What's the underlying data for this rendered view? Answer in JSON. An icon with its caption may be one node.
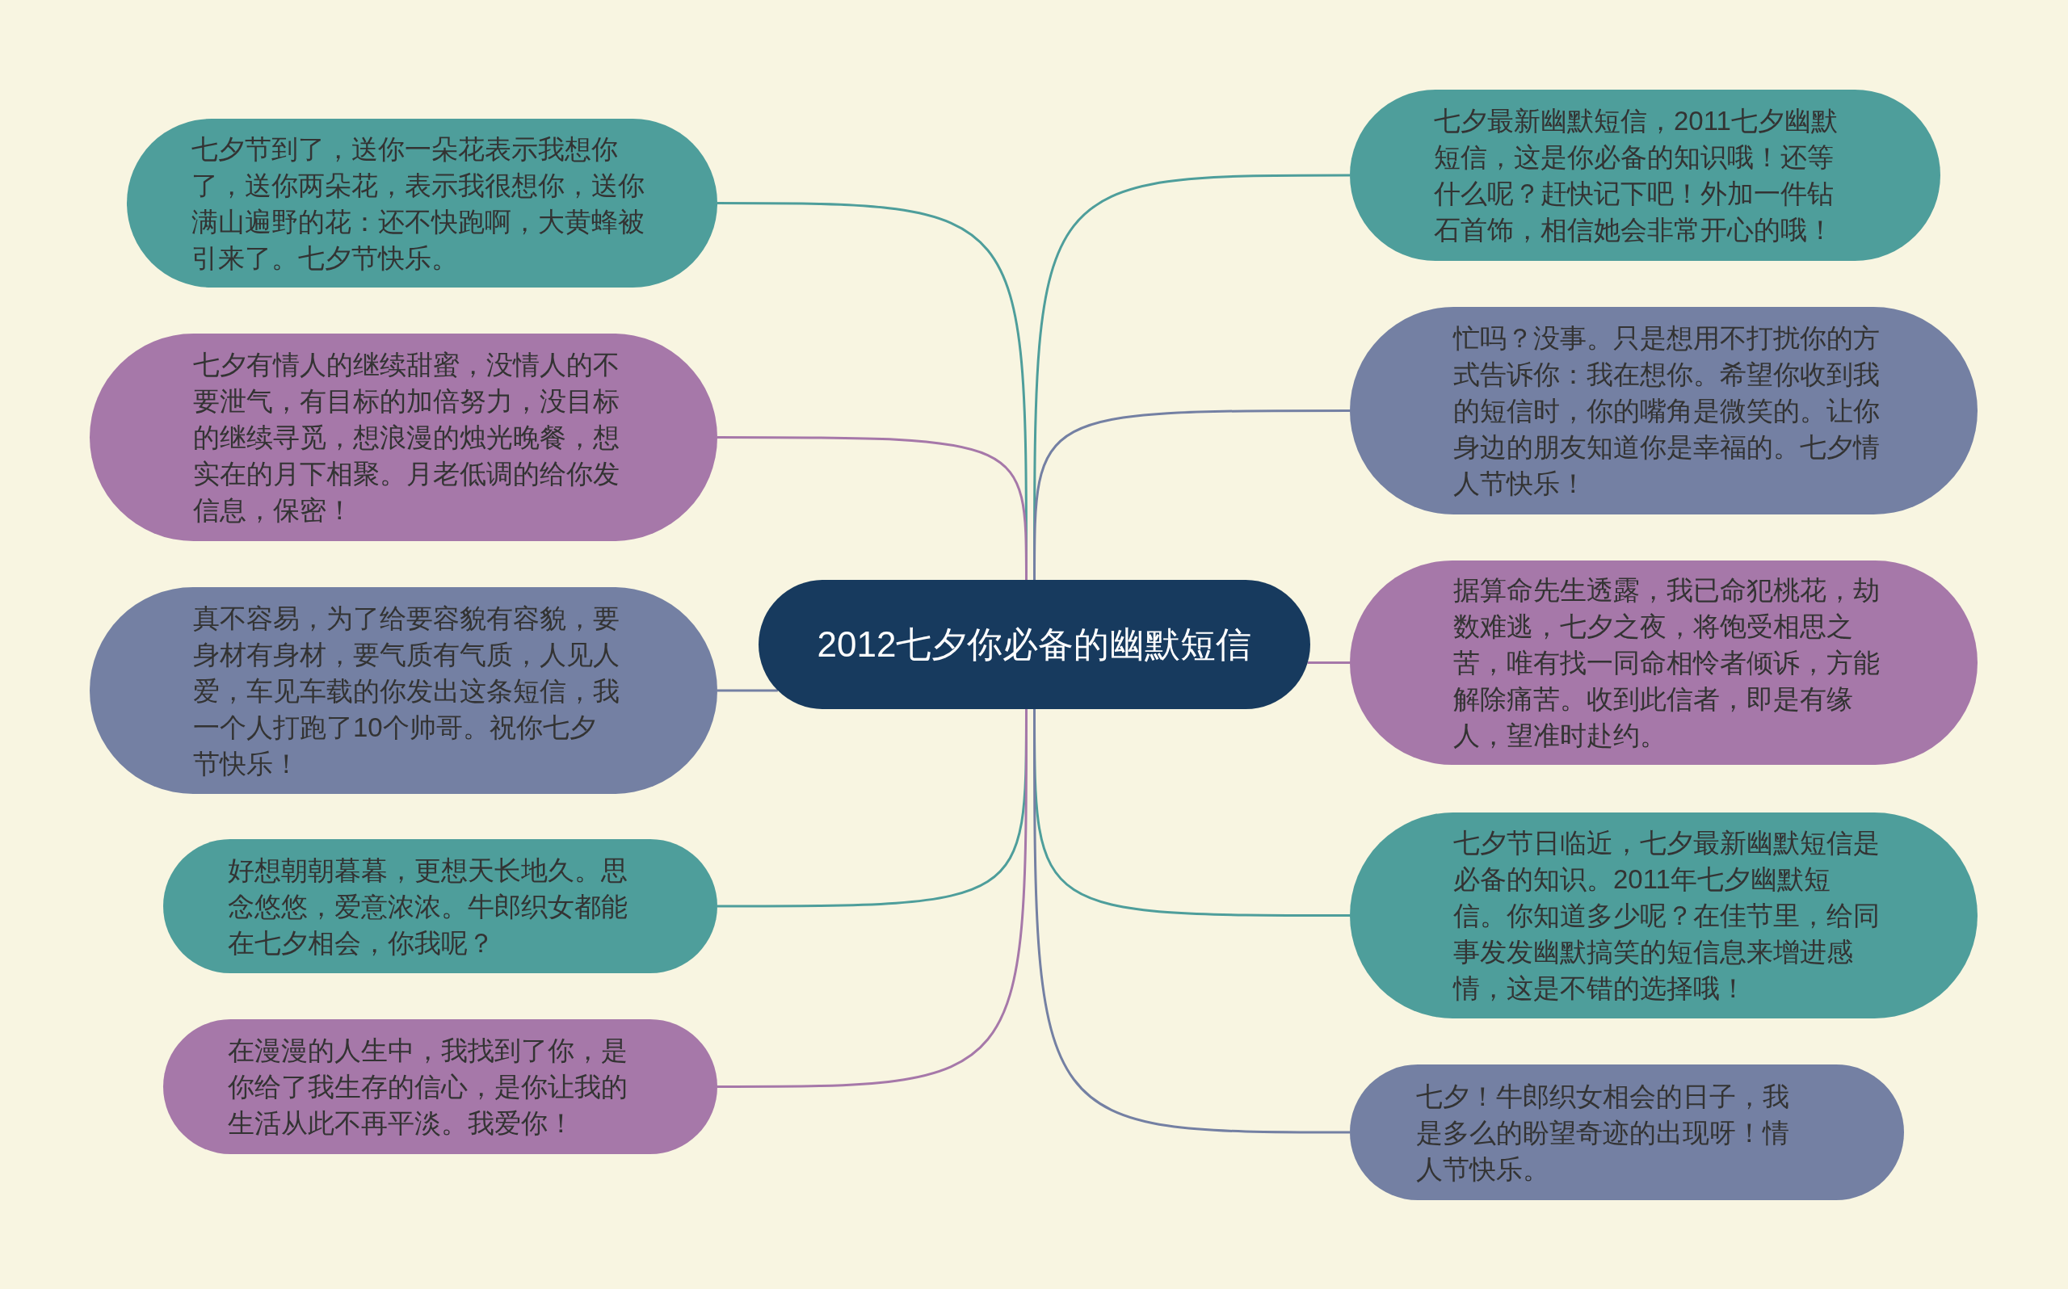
{
  "diagram": {
    "nodes": [
      {
        "text": [
          "2012七夕你必备的幽默短信"
        ]
      },
      {
        "text": [
          "七夕节到了，送你一朵花表示我想你了，送你两朵花，表示我很想你，送你满山遍野的花：还不快跑啊，大黄蜂被引来了。七夕节快乐。"
        ]
      },
      {
        "text": [
          "七夕有情人的继续甜蜜，没情人的不要泄气，有目标的加倍努力，没目标的继续寻觅，想浪漫的烛光晚餐，想实在的月下相聚。月老低调的给你发信息，保密！"
        ]
      },
      {
        "text": [
          "真不容易，为了给要容貌有容貌，要身材有身材，要气质有气质，人见人爱，车见车载的你发出这条短信，我一个人打跑了10个帅哥。祝你七夕节快乐！"
        ]
      },
      {
        "text": [
          "好想朝朝暮暮，更想天长地久。思念悠悠，爱意浓浓。牛郎织女都能在七夕相会，你我呢？"
        ]
      },
      {
        "text": [
          "在漫漫的人生中，我找到了你，是你给了我生存的信心，是你让我的生活从此不再平淡。我爱你！"
        ]
      },
      {
        "text": [
          "七夕最新幽默短信，2011七夕幽默短信，这是你必备的知识哦！还等什么呢？赶快记下吧！外加一件钻石首饰，相信她会非常开心的哦！"
        ]
      },
      {
        "text": [
          "忙吗？没事。只是想用不打扰你的方式告诉你：我在想你。希望你收到我的短信时，你的嘴角是微笑的。让你身边的朋友知道你是幸福的。七夕情人节快乐！"
        ]
      },
      {
        "text": [
          "据算命先生透露，我已命犯桃花，劫数难逃，七夕之夜，将饱受相思之苦，唯有找一同命相怜者倾诉，方能解除痛苦。收到此信者，即是有缘人，望准时赴约。"
        ]
      },
      {
        "text": [
          "七夕节日临近，七夕最新幽默短信是必备的知识。2011年七夕幽默短信。你知道多少呢？在佳节里，给同事发发幽默搞笑的短信息来增进感情，这是不错的选择哦！"
        ]
      },
      {
        "text": [
          "七夕！牛郎织女相会的日子，我是多么的盼望奇迹的出现呀！情人节快乐。"
        ]
      }
    ],
    "edges": [
      {
        "from": 0,
        "to": 1,
        "arrow": "none",
        "color": "#4e9e9b"
      },
      {
        "from": 0,
        "to": 2,
        "arrow": "none",
        "color": "#a678a9"
      },
      {
        "from": 0,
        "to": 3,
        "arrow": "none",
        "color": "#7480a3"
      },
      {
        "from": 0,
        "to": 4,
        "arrow": "none",
        "color": "#4e9e9b"
      },
      {
        "from": 0,
        "to": 5,
        "arrow": "none",
        "color": "#a678a9"
      },
      {
        "from": 0,
        "to": 6,
        "arrow": "none",
        "color": "#4e9e9b"
      },
      {
        "from": 0,
        "to": 7,
        "arrow": "none",
        "color": "#7480a3"
      },
      {
        "from": 0,
        "to": 8,
        "arrow": "none",
        "color": "#a678a9"
      },
      {
        "from": 0,
        "to": 9,
        "arrow": "none",
        "color": "#4e9e9b"
      },
      {
        "from": 0,
        "to": 10,
        "arrow": "none",
        "color": "#7480a3"
      }
    ]
  }
}
